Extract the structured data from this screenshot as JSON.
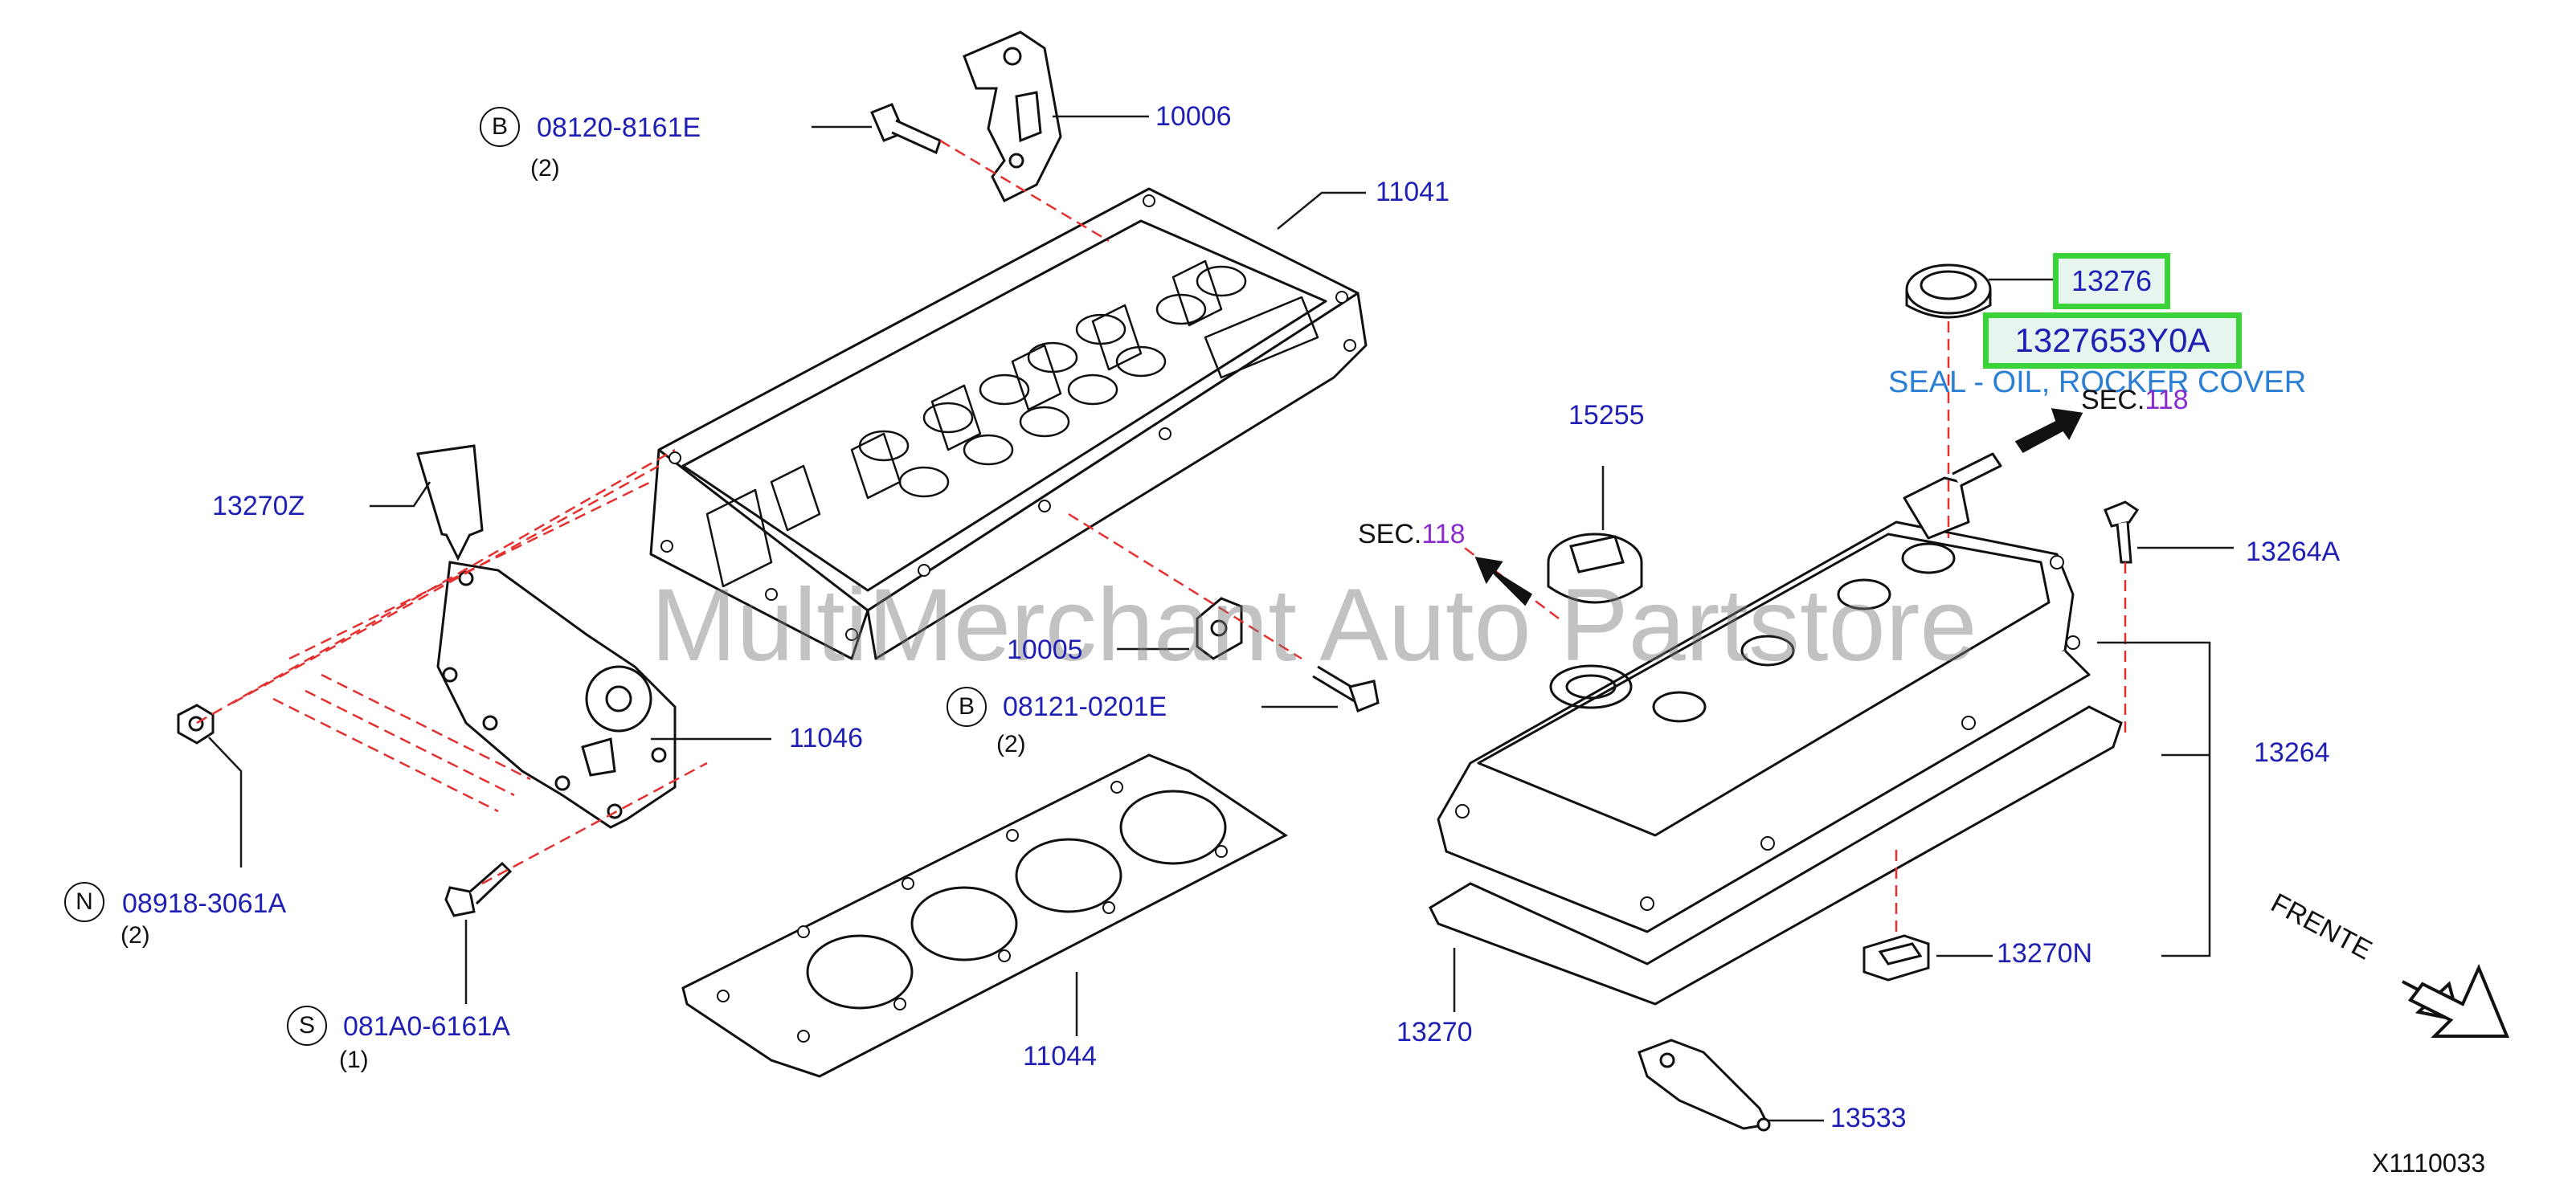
{
  "parts": {
    "p10006": "10006",
    "p11041": "11041",
    "p13270Z": "13270Z",
    "p10005": "10005",
    "p11046": "11046",
    "p11044": "11044",
    "p13276": "13276",
    "p1327653Y0A": "1327653Y0A",
    "p15255": "15255",
    "p13264A": "13264A",
    "p13264": "13264",
    "p13270N": "13270N",
    "p13270": "13270",
    "p13533": "13533"
  },
  "fasteners": {
    "b1": {
      "symbol": "B",
      "part": "08120-8161E",
      "qty": "(2)"
    },
    "b2": {
      "symbol": "B",
      "part": "08121-0201E",
      "qty": "(2)"
    },
    "n": {
      "symbol": "N",
      "part": "08918-3061A",
      "qty": "(2)"
    },
    "s": {
      "symbol": "S",
      "part": "081A0-6161A",
      "qty": "(1)"
    }
  },
  "description": "SEAL - OIL, ROCKER COVER",
  "sections": {
    "left": {
      "prefix": "SEC.",
      "number": "118"
    },
    "right": {
      "prefix": "SEC.",
      "number": "118"
    }
  },
  "frente": "FRENTE",
  "diagram_code": "X1110033",
  "watermark": "MultiMerchant Auto Partstore",
  "colors": {
    "label": "#1f1fb4",
    "highlight_border": "#3ad43a",
    "section_number": "#8a2bd0",
    "dash": "#e53030",
    "description": "#2a7fd4"
  }
}
